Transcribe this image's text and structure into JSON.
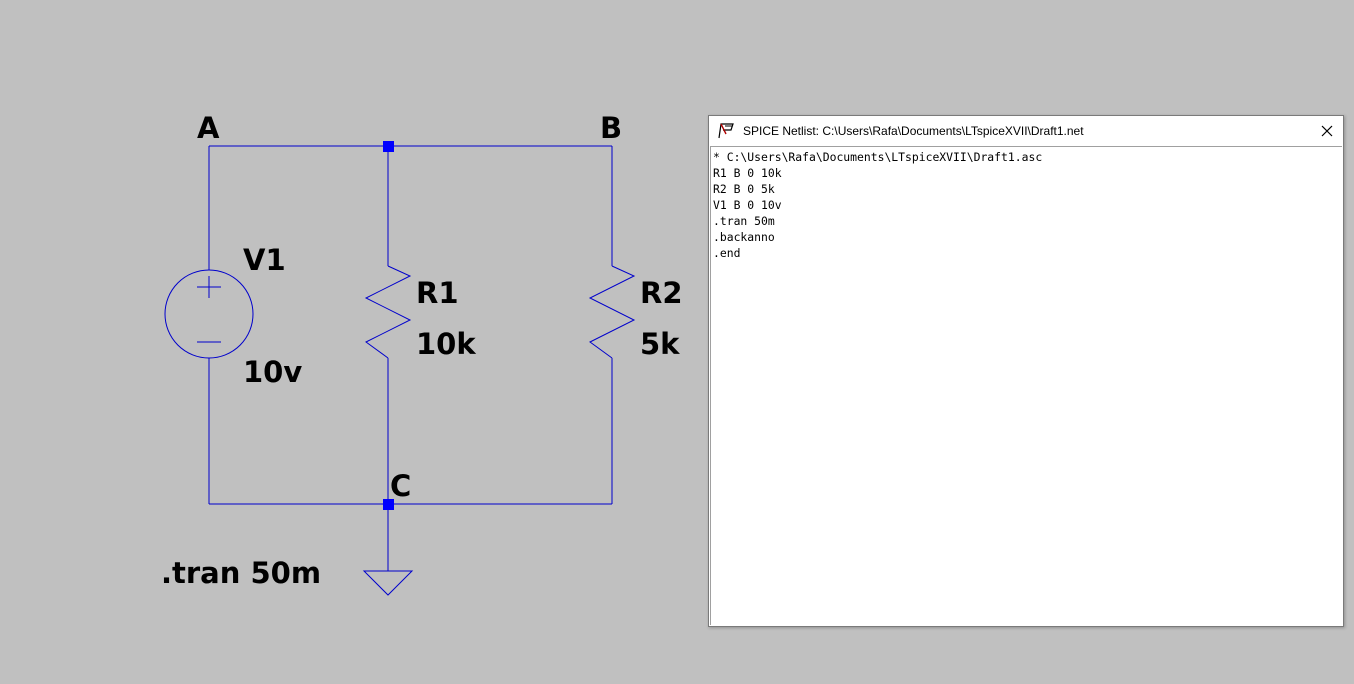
{
  "schematic": {
    "wire_color": "#0000cc",
    "junction_color": "#0000ff",
    "node_labels": {
      "a": "A",
      "b": "B",
      "c": "C"
    },
    "components": {
      "v1": {
        "name": "V1",
        "value": "10v"
      },
      "r1": {
        "name": "R1",
        "value": "10k"
      },
      "r2": {
        "name": "R2",
        "value": "5k"
      }
    },
    "directive": ".tran 50m"
  },
  "netlist_window": {
    "title": "SPICE Netlist: C:\\Users\\Rafa\\Documents\\LTspiceXVII\\Draft1.net",
    "lines": [
      "* C:\\Users\\Rafa\\Documents\\LTspiceXVII\\Draft1.asc",
      "R1 B 0 10k",
      "R2 B 0 5k",
      "V1 B 0 10v",
      ".tran 50m",
      ".backanno",
      ".end"
    ]
  }
}
